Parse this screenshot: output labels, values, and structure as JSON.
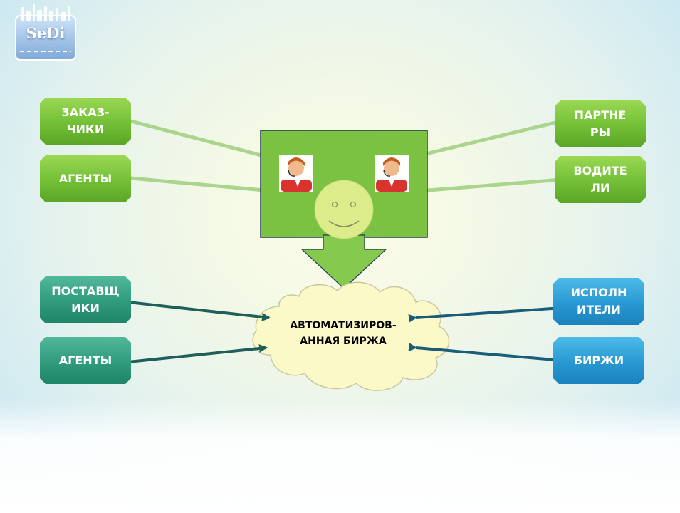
{
  "logo": {
    "text": "SeDi"
  },
  "left_top": [
    {
      "label": "ЗАКАЗ-\nЧИКИ"
    },
    {
      "label": "АГЕНТЫ"
    }
  ],
  "right_top": [
    {
      "label": "ПАРТНЕ\nРЫ"
    },
    {
      "label": "ВОДИТЕ\nЛИ"
    }
  ],
  "left_bottom": [
    {
      "label": "ПОСТАВЩ\nИКИ"
    },
    {
      "label": "АГЕНТЫ"
    }
  ],
  "right_bottom": [
    {
      "label": "ИСПОЛН\nИТЕЛИ"
    },
    {
      "label": "БИРЖИ"
    }
  ],
  "center": {
    "exchange_label": "АВТОМАТИЗИРОВ-\nАННАЯ БИРЖА"
  },
  "colors": {
    "green": "#72bf36",
    "teal": "#2f9a7c",
    "blue": "#2798d2",
    "center_box": "#7bc142",
    "cloud": "#fbf9c8"
  }
}
